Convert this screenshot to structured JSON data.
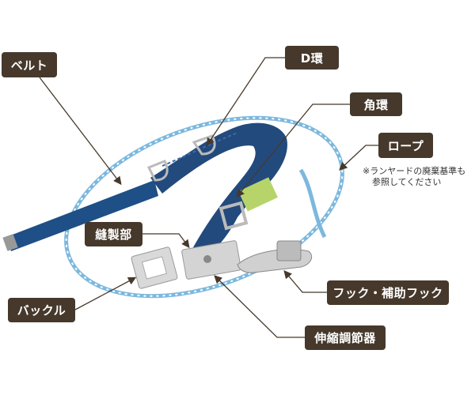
{
  "labels": {
    "belt": "ベルト",
    "d_ring": "D環",
    "square_ring": "角環",
    "rope": "ロープ",
    "rope_note_line1": "※ランヤードの廃棄基準も",
    "rope_note_line2": "参照してください",
    "stitching": "縫製部",
    "buckle": "バックル",
    "hook": "フック・補助フック",
    "adjuster": "伸縮調節器"
  },
  "colors": {
    "label_bg": "#46392c",
    "belt": "#1e4f86",
    "rope": "#7cb8de",
    "metal": "#c8c8c8"
  }
}
